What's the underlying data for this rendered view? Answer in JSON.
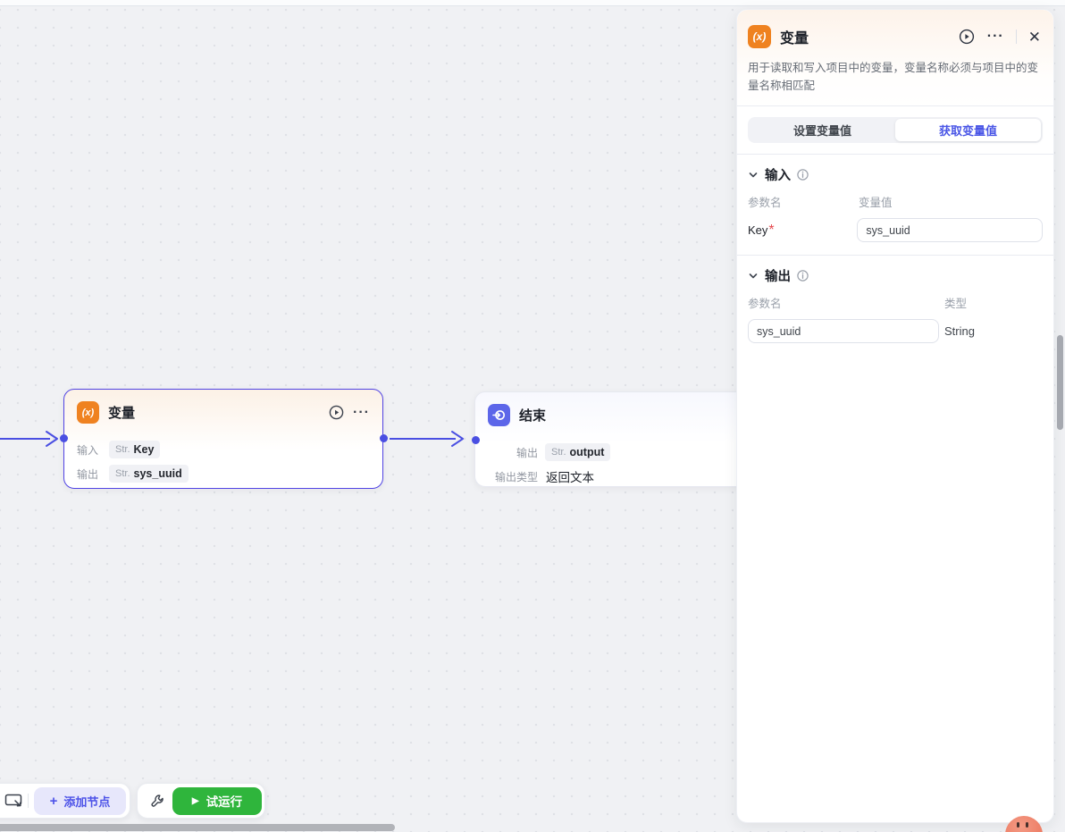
{
  "panel": {
    "title": "变量",
    "description": "用于读取和写入项目中的变量，变量名称必须与项目中的变量名称相匹配",
    "tabs": [
      {
        "label": "设置变量值"
      },
      {
        "label": "获取变量值"
      }
    ],
    "input_section": {
      "title": "输入",
      "col1": "参数名",
      "col2": "变量值",
      "row": {
        "name": "Key",
        "required": "*",
        "value": "sys_uuid"
      }
    },
    "output_section": {
      "title": "输出",
      "col1": "参数名",
      "col2": "类型",
      "row": {
        "name": "sys_uuid",
        "type": "String"
      }
    }
  },
  "nodes": {
    "variable": {
      "title": "变量",
      "icon_text": "(x)",
      "row1": {
        "label": "输入",
        "tag": "Str.",
        "value": "Key"
      },
      "row2": {
        "label": "输出",
        "tag": "Str.",
        "value": "sys_uuid"
      }
    },
    "end": {
      "title": "结束",
      "row1": {
        "label": "输出",
        "tag": "Str.",
        "value": "output"
      },
      "row2": {
        "label": "输出类型",
        "value": "返回文本"
      }
    }
  },
  "toolbar": {
    "add_node_label": "添加节点",
    "run_label": "试运行"
  },
  "icons": {
    "plus": "+",
    "dots": "···",
    "close": "✕",
    "play_triangle": "▶"
  },
  "colors": {
    "accent_purple": "#4d53e8",
    "node_orange": "#ef8220",
    "end_blue": "#5c66e9",
    "run_green": "#2fb53c",
    "selected_border": "#5144e4"
  }
}
